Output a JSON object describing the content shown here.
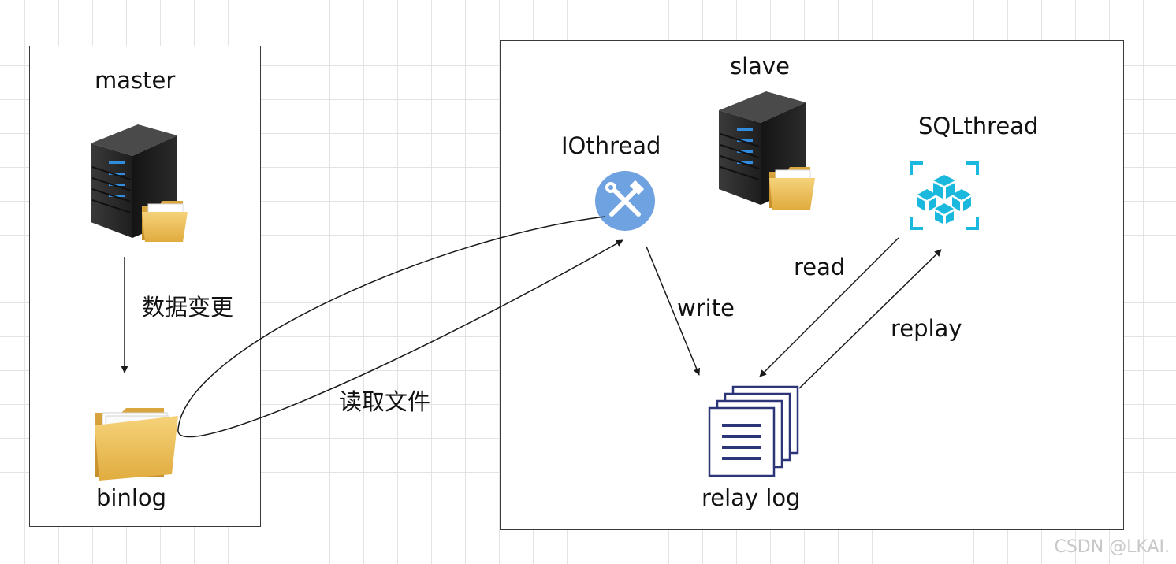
{
  "master": {
    "title": "master",
    "binlog_label": "binlog",
    "change_label": "数据变更"
  },
  "slave": {
    "title": "slave",
    "io_thread_label": "IOthread",
    "sql_thread_label": "SQLthread",
    "relay_log_label": "relay log"
  },
  "edges": {
    "read_file_label": "读取文件",
    "write_label": "write",
    "read_label": "read",
    "replay_label": "replay"
  },
  "watermark": "CSDN @LKAI.",
  "icons": {
    "master_server": "server-folder-icon",
    "binlog": "folder-icon",
    "slave_server": "server-folder-icon",
    "io_thread": "tools-icon",
    "sql_thread": "cubes-icon",
    "relay_log": "documents-icon"
  },
  "colors": {
    "io_thread": "#6fa2e0",
    "sql_thread": "#19b8dc",
    "relay_log": "#2b3577",
    "folder": "#e9b84a",
    "server": "#2c2c2c",
    "server_light": "#2f8cdf"
  }
}
